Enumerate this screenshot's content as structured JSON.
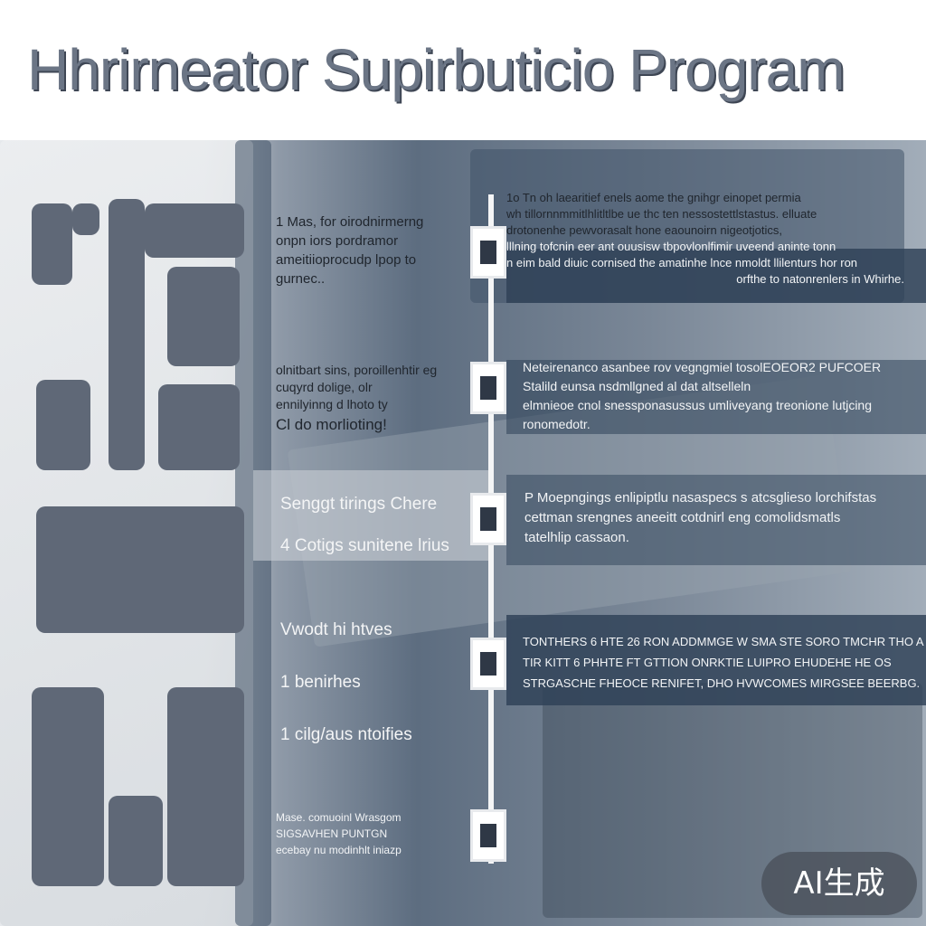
{
  "header": {
    "title": "Hhrirneator Supirbuticio Program"
  },
  "steps": [
    {
      "left_lines": [
        "1 Mas, for oirodnirmerng",
        "onpn iors pordramor",
        "ameitiioprocudp lpop to",
        "gurnec.."
      ],
      "right_lines": [
        "1o Tn oh laearitief enels aome the gnihgr einopet permia",
        "wh tillornnmmitlhlitltlbe ue thc ten nessostettlstastus. elluate",
        "drotonenhe pewvorasalt hone eaounoirn nigeotjotics,",
        "lllning tofcnin eer ant ouusisw tbpovlonlfimir uveend aninte tonn",
        "n eim bald diuic cornised the amatinhe lnce nmoldt llilenturs hor ron",
        "orfthe to natonrenlers in Whirhe."
      ]
    },
    {
      "left_lines": [
        "olnitbart sins, poroillenhtir eg",
        "cuqyrd dolige, olr",
        "ennilyinng d lhoto ty",
        "Cl do morlioting!"
      ],
      "right_lines": [
        "Neteirenanco asanbee rov vegngmiel tosolEOEOR2 PUFCOER",
        "Stalild eunsa nsdmllgned al dat altselleln",
        "elmnieoe cnol snessponasussus umliveyang treonione lutjcing",
        "ronomedotr."
      ]
    },
    {
      "left_lines": [
        "Senggt tirings   Chere",
        "4 Cotigs sunitene lrius"
      ],
      "right_lines": [
        "P Moepngings enlipiptlu nasaspecs s atcsglieso lorchifstas",
        "cettman srengnes aneeitt cotdnirl eng comolidsmatls",
        "tatelhlip cassaon."
      ]
    },
    {
      "left_lines": [
        "Vwodt hi htves",
        "1 benirhes",
        "1 cilg/aus ntoifies"
      ],
      "right_lines": [
        "TONTHERS 6 HTE 26 RON ADDMMGE W SMA STE SORO TMCHR THO A",
        "TIR KITT 6 PHHTE FT GTTION ONRKTIE LUIPRO EHUDEHE HE OS",
        "STRGASCHE FHEOCE RENIFET, DHO HVWCOMES MIRGSEE BEERBG."
      ]
    },
    {
      "left_lines": [
        "Mase. comuoinl Wrasgom",
        "SIGSAVHEN PUNTGN",
        "ecebay nu modinhlt iniazp"
      ],
      "right_lines": []
    }
  ],
  "badge": {
    "label": "AI生成"
  },
  "colors": {
    "title": "#6b7585",
    "band": "#2e4157",
    "glyph": "#5f6877"
  }
}
